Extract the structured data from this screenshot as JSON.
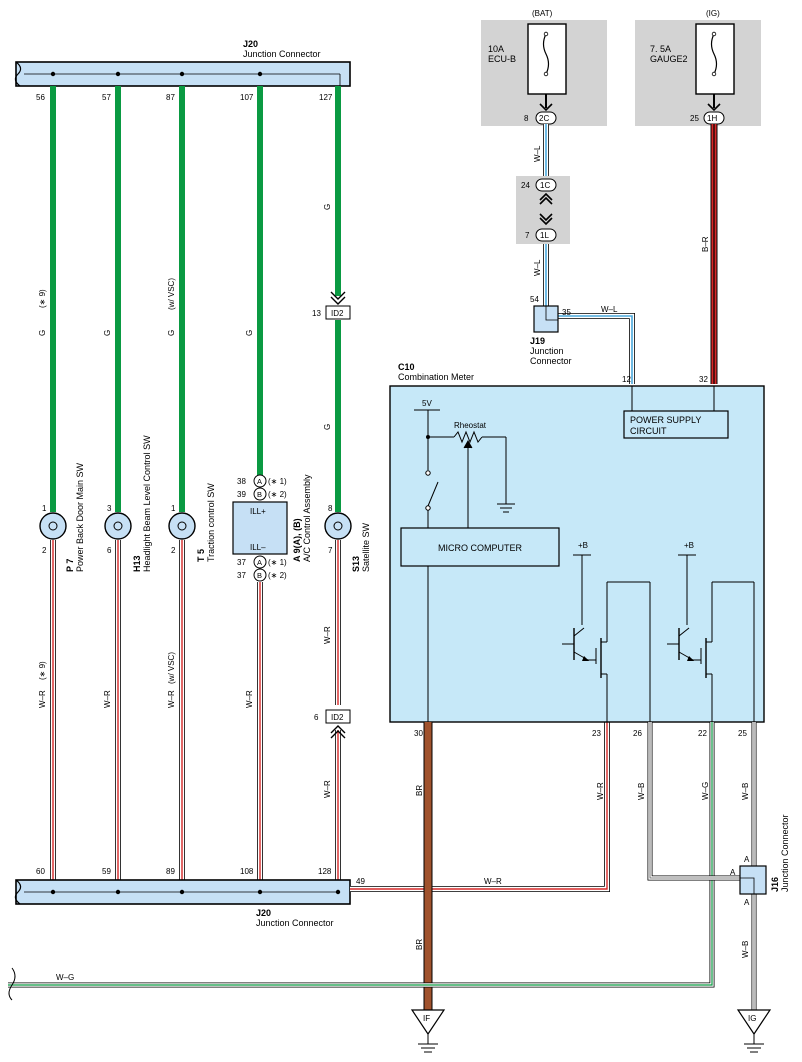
{
  "junction_top": {
    "code": "J20",
    "name": "Junction Connector",
    "pins": [
      "56",
      "57",
      "87",
      "107",
      "127"
    ]
  },
  "junction_bottom": {
    "code": "J20",
    "name": "Junction Connector",
    "pins": [
      "60",
      "59",
      "89",
      "108",
      "128"
    ],
    "extra_pin": "49"
  },
  "fuses": [
    {
      "source": "(BAT)",
      "rating": "10A",
      "name": "ECU-B",
      "pin_num": "8",
      "pin_code": "2C"
    },
    {
      "source": "(IG)",
      "rating": "7. 5A",
      "name": "GAUGE2",
      "pin_num": "25",
      "pin_code": "1H"
    }
  ],
  "inline_connector": {
    "top_num": "24",
    "top_code": "1C",
    "bottom_num": "7",
    "bottom_code": "1L"
  },
  "j19": {
    "code": "J19",
    "name_line1": "Junction",
    "name_line2": "Connector",
    "pin_left": "54",
    "pin_right": "35"
  },
  "id2": {
    "label": "ID2",
    "pin_top": "13",
    "pin_bottom": "6"
  },
  "wires": {
    "g": "G",
    "wl": "W–L",
    "br_red": "B–R",
    "wr": "W–R",
    "br": "BR",
    "wg": "W–G",
    "wb": "W–B"
  },
  "notes": {
    "n9": "(∗ 9)",
    "vsc": "(w/ VSC)",
    "n1": "(∗ 1)",
    "n2": "(∗ 2)"
  },
  "switches": [
    {
      "pin_top": "1",
      "pin_bottom": "2",
      "code": "P 7",
      "name": "Power Back Door Main SW"
    },
    {
      "pin_top": "3",
      "pin_bottom": "6",
      "code": "H13",
      "name": "Headlight Beam Level Control SW"
    },
    {
      "pin_top": "1",
      "pin_bottom": "2",
      "code": "T 5",
      "name": "Traction control SW"
    },
    {
      "pin_top": "8",
      "pin_bottom": "7",
      "code": "S13",
      "name": "Satellite SW"
    }
  ],
  "ac_assembly": {
    "code": "A 9(A), (B)",
    "name": "A/C Control Assembly",
    "ill_plus": "ILL+",
    "ill_minus": "ILL–",
    "pin_38": "38",
    "pin_39": "39",
    "pin_37a": "37",
    "pin_37b": "37",
    "conn_a": "A",
    "conn_b": "B"
  },
  "meter": {
    "code": "C10",
    "name": "Combination Meter",
    "power_supply_line1": "POWER SUPPLY",
    "power_supply_line2": "CIRCUIT",
    "micro": "MICRO COMPUTER",
    "v5": "5V",
    "rheostat": "Rheostat",
    "plus_b": "+B",
    "pin_12": "12",
    "pin_32": "32",
    "pin_30": "30",
    "pin_23": "23",
    "pin_26": "26",
    "pin_22": "22",
    "pin_25": "25"
  },
  "j16": {
    "code": "J16",
    "name": "Junction Connector",
    "pin_a": "A"
  },
  "grounds": {
    "if": "IF",
    "ig": "IG"
  }
}
